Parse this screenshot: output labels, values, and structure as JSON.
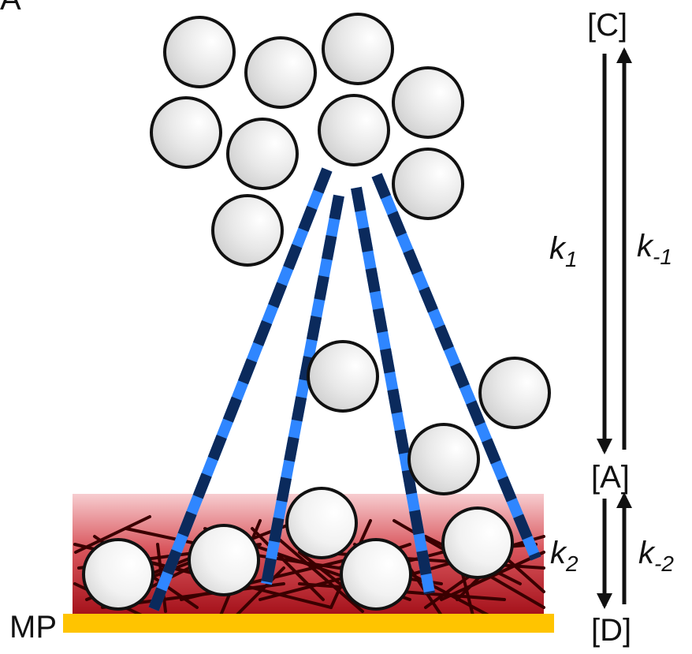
{
  "panel_label": "A",
  "substrate_label": "MP",
  "states": {
    "top": "[C]",
    "middle": "[A]",
    "bottom": "[D]"
  },
  "rates": {
    "k1": {
      "base": "k",
      "sub": "1"
    },
    "k_minus_1": {
      "base": "k",
      "sub": "-1"
    },
    "k2": {
      "base": "k",
      "sub": "2"
    },
    "k_minus_2": {
      "base": "k",
      "sub": "-2"
    }
  },
  "colors": {
    "sphere_fill": "#e6e6e6",
    "sphere_stroke": "#111111",
    "strand_light": "#2f86ff",
    "strand_dark": "#0b2a5c",
    "layer_top": "#f6c9cc",
    "layer_bottom": "#b0141c",
    "fiber": "#3a0000",
    "substrate": "#ffc400",
    "arrow": "#111111"
  }
}
